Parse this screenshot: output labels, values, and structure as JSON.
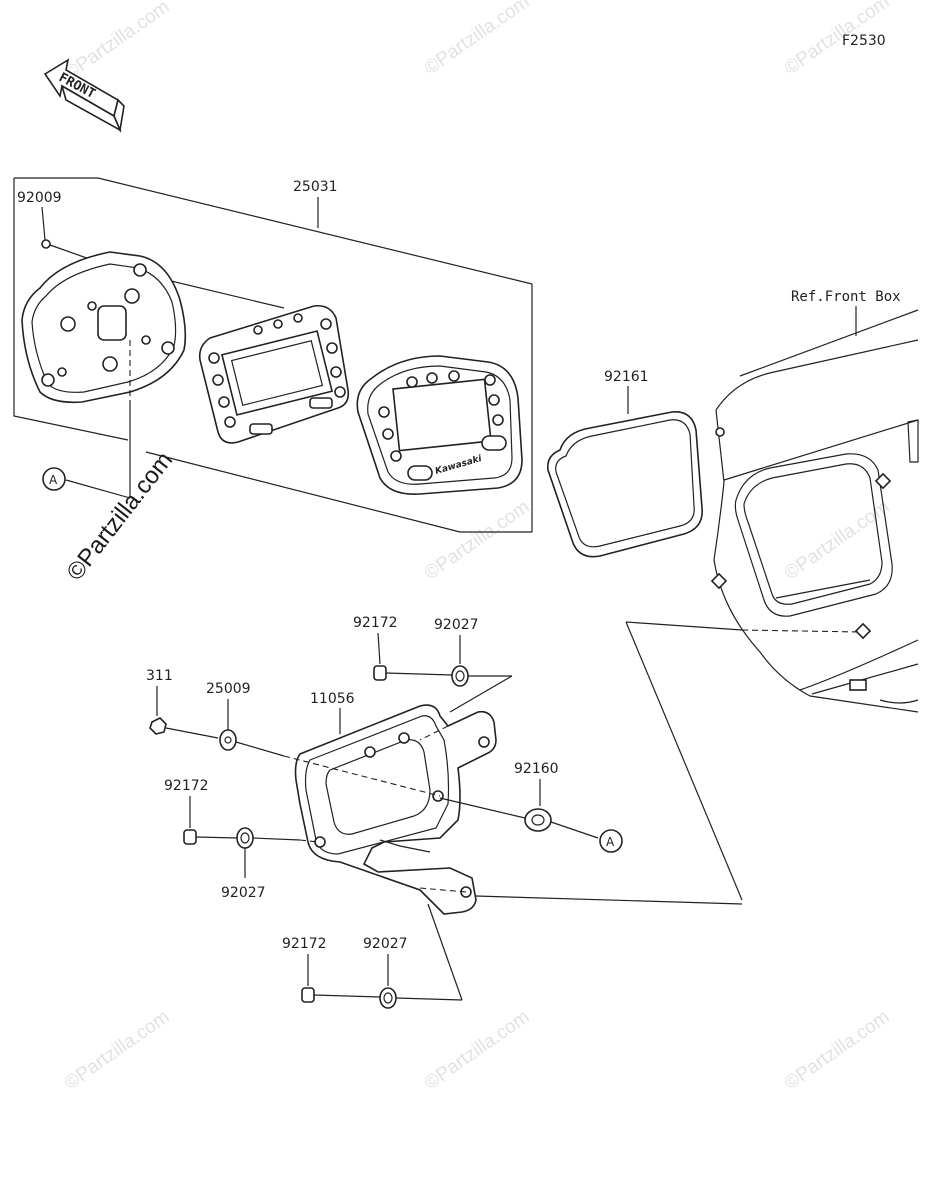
{
  "diagram_code": "F2530",
  "front_arrow": {
    "label": "FRONT",
    "icon": "front-direction-arrow-icon"
  },
  "reference_label": "Ref.Front Box",
  "callout_letter": "A",
  "part_numbers": {
    "screw_top": "92009",
    "meter_assembly": "25031",
    "meter_seal": "92161",
    "bolt_upper": "92172",
    "nut_upper": "92027",
    "nut_left": "311",
    "washer": "25009",
    "bracket": "11056",
    "grommet": "92160",
    "bolt_left": "92172",
    "nut_left_lower": "92027",
    "bolt_lower": "92172",
    "nut_lower": "92027"
  },
  "meter_brand": "Kawasaki",
  "watermark": "©Partzilla.com",
  "colors": {
    "line": "#222222",
    "watermark": "#e2e2e2",
    "background": "#ffffff"
  }
}
